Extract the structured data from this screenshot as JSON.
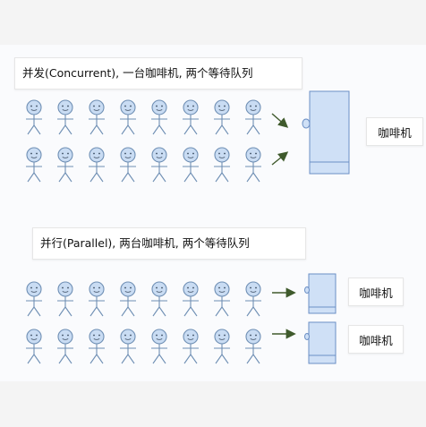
{
  "section1": {
    "title": "并发(Concurrent), 一台咖啡机, 两个等待队列",
    "machine_label": "咖啡机"
  },
  "section2": {
    "title": "并行(Parallel), 两台咖啡机, 两个等待队列",
    "machine_label_top": "咖啡机",
    "machine_label_bottom": "咖啡机"
  },
  "colors": {
    "figure_fill": "#c9dcf3",
    "figure_stroke": "#6f8fb4",
    "machine_fill": "#cfe0f6",
    "machine_stroke": "#6b8fc5",
    "arrow": "#3f5a2c"
  }
}
